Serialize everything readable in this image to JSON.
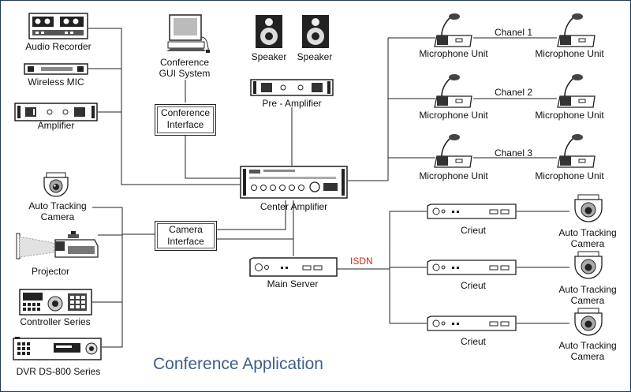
{
  "diagram": {
    "title": "Conference Application",
    "left_devices": {
      "audio_recorder": "Audio Recorder",
      "wireless_mic": "Wireless MIC",
      "amplifier": "Amplifier",
      "auto_tracking_camera": [
        "Auto Tracking",
        "Camera"
      ],
      "projector": "Projector",
      "controller_series": "Controller Series",
      "dvr": "DVR DS-800 Series"
    },
    "center": {
      "gui_system": [
        "Conference",
        "GUI System"
      ],
      "speaker_left": "Speaker",
      "speaker_right": "Speaker",
      "pre_amplifier": "Pre - Amplifier",
      "conference_interface": [
        "Conference",
        "Interface"
      ],
      "center_amplifier": "Center Amplifier",
      "camera_interface": [
        "Camera",
        "Interface"
      ],
      "main_server": "Main Server",
      "isdn": "ISDN"
    },
    "microphones": [
      {
        "channel": "Chanel 1",
        "left": "Microphone Unit",
        "right": "Microphone Unit"
      },
      {
        "channel": "Chanel 2",
        "left": "Microphone Unit",
        "right": "Microphone Unit"
      },
      {
        "channel": "Chanel 3",
        "left": "Microphone Unit",
        "right": "Microphone Unit"
      }
    ],
    "circuits": [
      {
        "label": "Crieut",
        "camera": [
          "Auto Tracking",
          "Camera"
        ]
      },
      {
        "label": "Crieut",
        "camera": [
          "Auto Tracking",
          "Camera"
        ]
      },
      {
        "label": "Crieut",
        "camera": [
          "Auto Tracking",
          "Camera"
        ]
      }
    ],
    "colors": {
      "title": "#3d5f8a",
      "isdn": "#d0281d",
      "frame": "#1f3a5a",
      "lines": "#222222"
    }
  }
}
